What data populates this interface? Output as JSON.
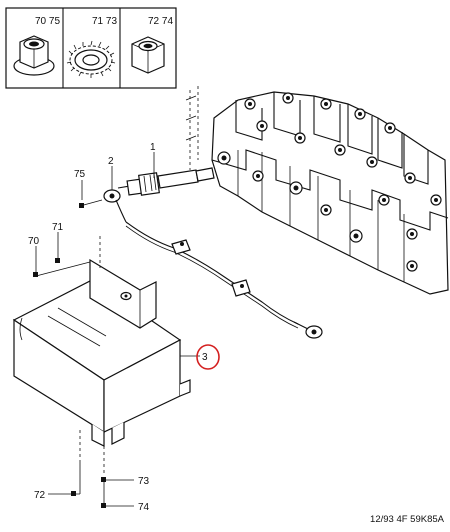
{
  "title_block": {
    "reference": "12/93 4F 59K85A"
  },
  "hardware_legend": [
    {
      "codes": "70 75",
      "name": "flange-nut"
    },
    {
      "codes": "71 73",
      "name": "serrated-lock-washer"
    },
    {
      "codes": "72 74",
      "name": "hex-nut"
    }
  ],
  "callouts": {
    "c1": "1",
    "c2": "2",
    "c3": "3",
    "c70": "70",
    "c71": "71",
    "c72": "72",
    "c73": "73",
    "c74": "74",
    "c75": "75"
  },
  "highlight_color": "#d42020"
}
